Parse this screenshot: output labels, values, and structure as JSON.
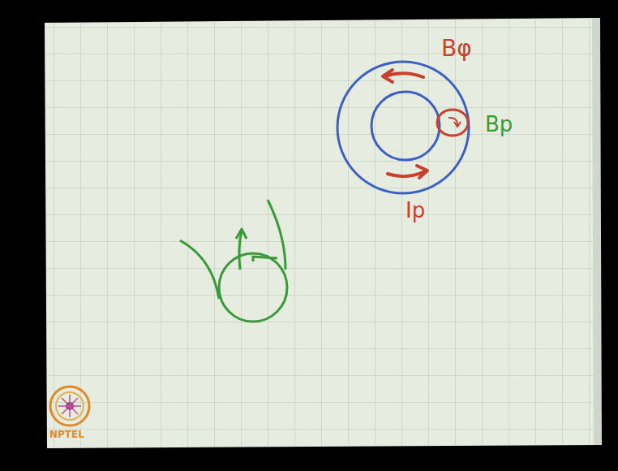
{
  "diagram": {
    "labels": [
      "Bφ",
      "Bp",
      "Ip",
      "NPTEL"
    ]
  }
}
